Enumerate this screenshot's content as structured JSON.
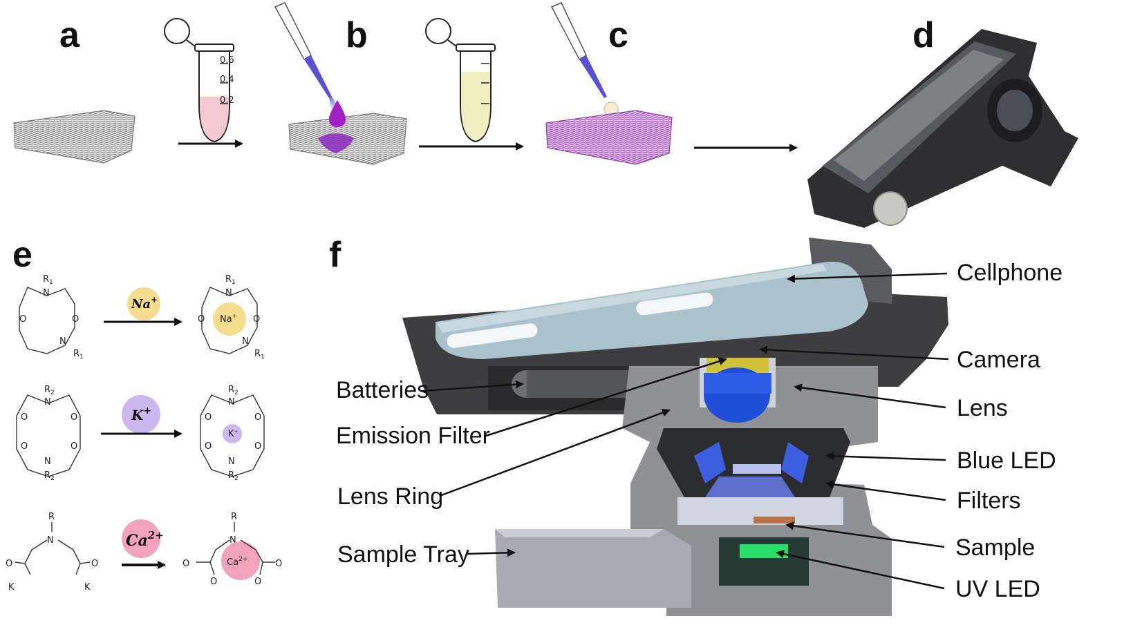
{
  "panels": {
    "a": "a",
    "b": "b",
    "c": "c",
    "d": "d",
    "e": "e",
    "f": "f"
  },
  "tube_marks": [
    "0.6",
    "0.4",
    "0.2"
  ],
  "ions": [
    {
      "label": "Na",
      "charge": "+",
      "inner": "Na",
      "inner_charge": "+",
      "color": "#f5dd8e"
    },
    {
      "label": "K",
      "charge": "+",
      "inner": "K",
      "inner_charge": "+",
      "color": "#cbb8ef"
    },
    {
      "label": "Ca",
      "charge": "2+",
      "inner": "Ca",
      "inner_charge": "2+",
      "color": "#f2a3bc"
    }
  ],
  "chem": {
    "R1": "R",
    "sub1": "1",
    "R2": "R",
    "sub2": "2",
    "R": "R",
    "N": "N",
    "O": "O",
    "K": "K"
  },
  "callouts": {
    "cellphone": "Cellphone",
    "camera": "Camera",
    "lens": "Lens",
    "blue_led": "Blue LED",
    "filters": "Filters",
    "sample": "Sample",
    "uv_led": "UV LED",
    "batteries": "Batteries",
    "emission_filter": "Emission Filter",
    "lens_ring": "Lens Ring",
    "sample_tray": "Sample Tray"
  },
  "colors": {
    "paper": "#8c8c8c",
    "paper_pink": "#b86fcf",
    "liquid_pink": "#f4c9cf",
    "liquid_yellow": "#eef0c2",
    "phone_body": "#a9c2cc",
    "housing": "#3d3d3d",
    "housing_light": "#9a9c9f",
    "blue": "#1f4fd8",
    "led_green": "#28e06a"
  }
}
